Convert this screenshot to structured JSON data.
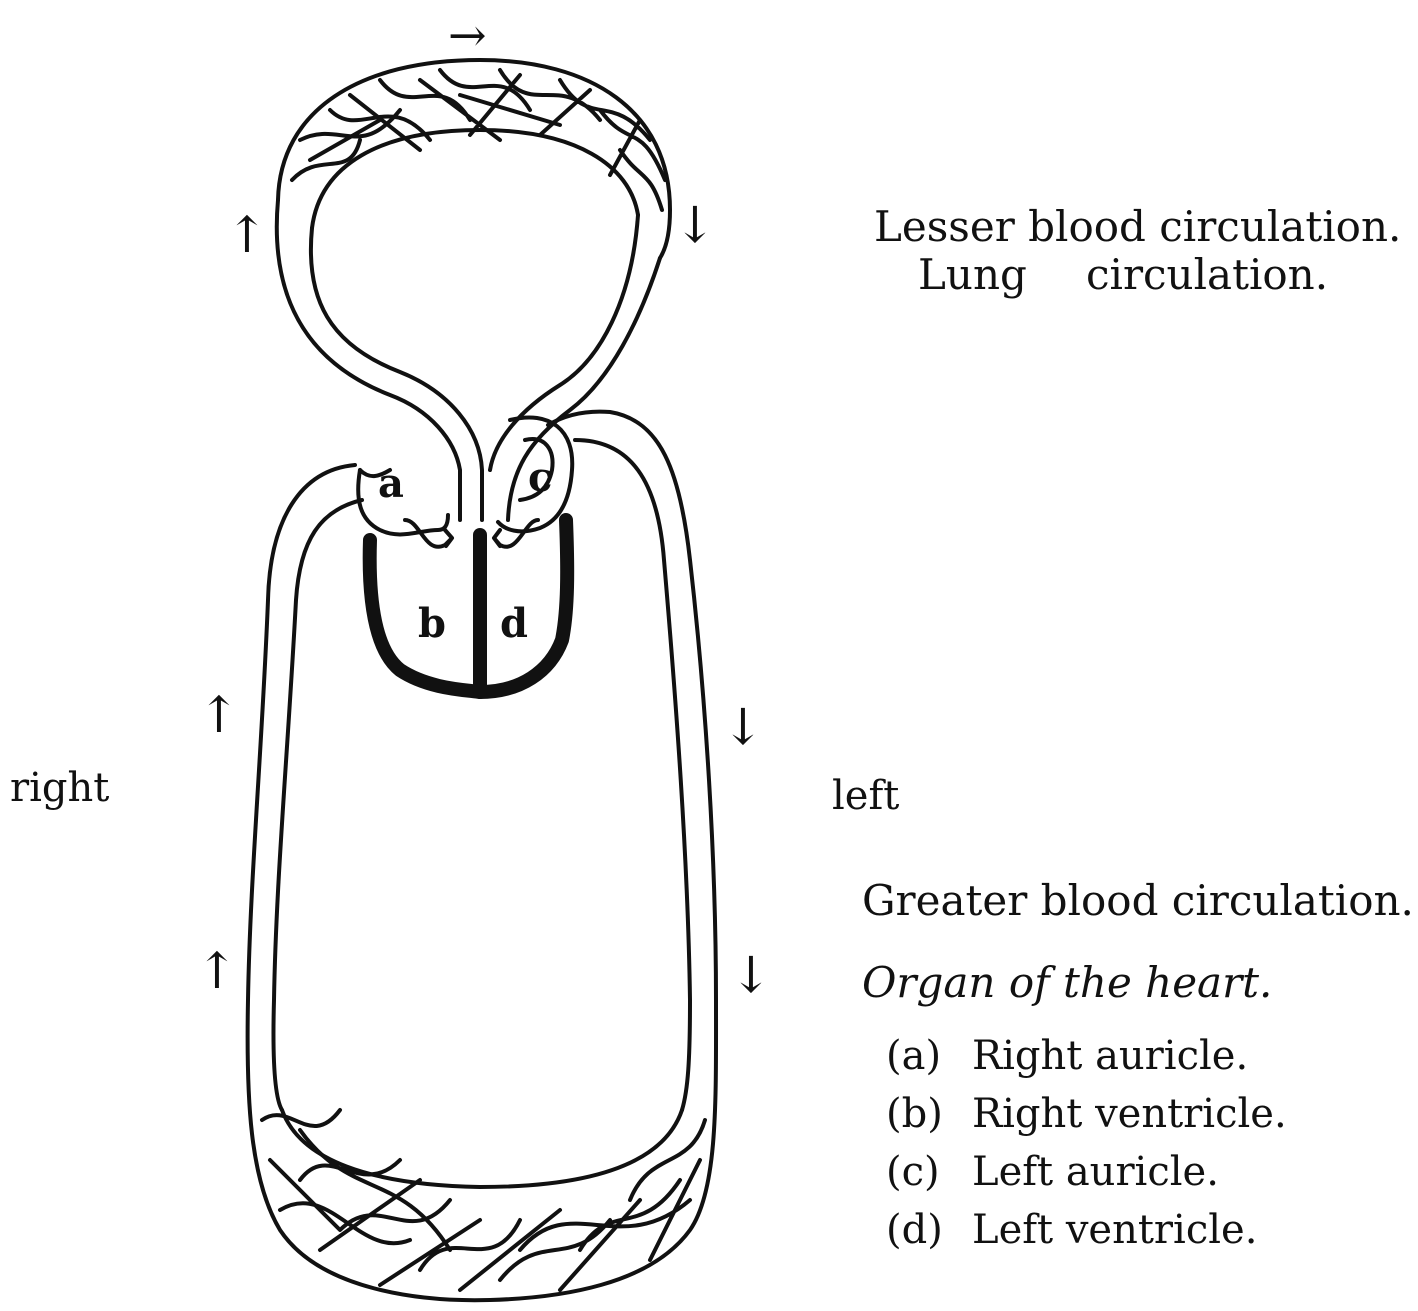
{
  "lesser": {
    "title": "Lesser blood circulation.",
    "subtitle_left": "Lung",
    "subtitle_right": "circulation."
  },
  "sides": {
    "right": "right",
    "left": "left"
  },
  "greater": {
    "title": "Greater blood circulation."
  },
  "legend": {
    "heading": "Organ of the heart.",
    "items": [
      {
        "key": "(a)",
        "label": "Right auricle."
      },
      {
        "key": "(b)",
        "label": "Right ventricle."
      },
      {
        "key": "(c)",
        "label": "Left auricle."
      },
      {
        "key": "(d)",
        "label": "Left ventricle."
      }
    ]
  },
  "chambers": {
    "a": "a",
    "b": "b",
    "c": "c",
    "d": "d"
  },
  "arrows": {
    "top": "→",
    "up": "↑",
    "down": "↓"
  },
  "colors": {
    "ink": "#111111",
    "paper": "#ffffff"
  }
}
